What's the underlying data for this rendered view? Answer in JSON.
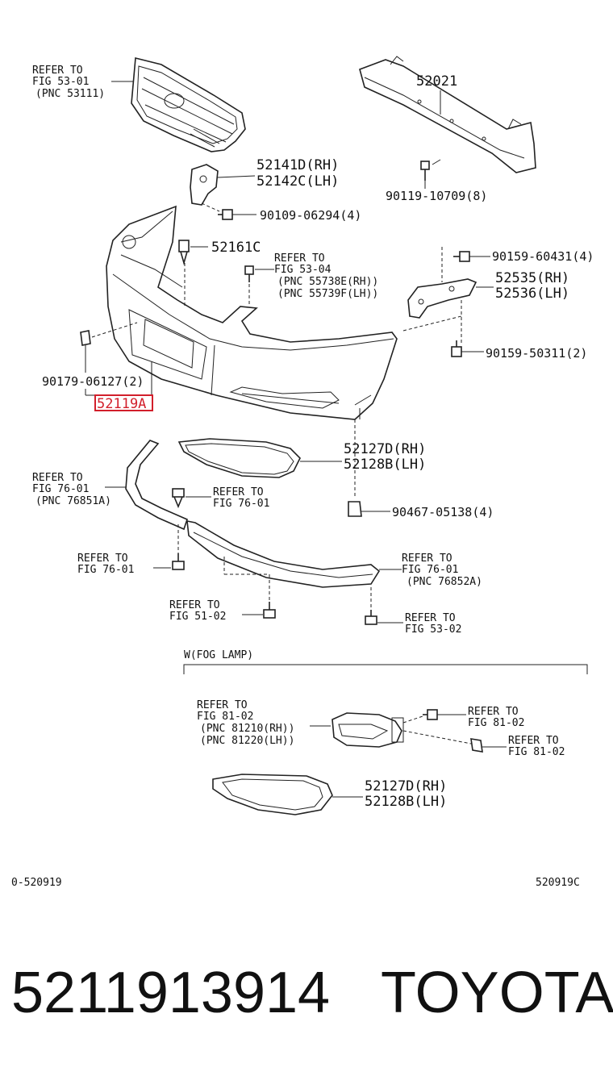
{
  "callouts": {
    "grille": [
      "REFER TO",
      "FIG 53-01",
      "(PNC 53111)"
    ],
    "reinforcement": "52021",
    "bolt_reinf": "90119-10709(8)",
    "bracket_rh": "52141D(RH)",
    "bracket_lh": "52142C(LH)",
    "screw_bracket": "90109-06294(4)",
    "clip_top": "52161C",
    "fig5304": [
      "REFER TO",
      "FIG 53-04",
      "(PNC 55738E(RH))",
      "(PNC 55739F(LH))"
    ],
    "screw_side": "90159-60431(4)",
    "side_rh": "52535(RH)",
    "side_lh": "52536(LH)",
    "screw_side2": "90159-50311(2)",
    "clip_left": "90179-06127(2)",
    "highlight": "52119A",
    "trim_rh": "52127D(RH)",
    "trim_lh": "52128B(LH)",
    "clip_trim": "90467-05138(4)",
    "spoiler_l": [
      "REFER TO",
      "FIG 76-01",
      "(PNC 76851A)"
    ],
    "fig7601a": [
      "REFER TO",
      "FIG 76-01"
    ],
    "fig7601b": [
      "REFER TO",
      "FIG 76-01"
    ],
    "spoiler_r": [
      "REFER TO",
      "FIG 76-01",
      "(PNC 76852A)"
    ],
    "fig5102": [
      "REFER TO",
      "FIG 51-02"
    ],
    "fig5302": [
      "REFER TO",
      "FIG 53-02"
    ],
    "foglamp_header": "W(FOG LAMP)",
    "foglamp": [
      "REFER TO",
      "FIG 81-02",
      "(PNC 81210(RH))",
      "(PNC 81220(LH))"
    ],
    "fig8102a": [
      "REFER TO",
      "FIG 81-02"
    ],
    "fig8102b": [
      "REFER TO",
      "FIG 81-02"
    ],
    "fog_trim_rh": "52127D(RH)",
    "fog_trim_lh": "52128B(LH)"
  },
  "codes": {
    "left": "0-520919",
    "right": "520919C"
  },
  "footer": {
    "part_number": "5211913914",
    "brand": "TOYOTA"
  },
  "colors": {
    "highlight": "#d21f2b",
    "ink": "#111111"
  }
}
